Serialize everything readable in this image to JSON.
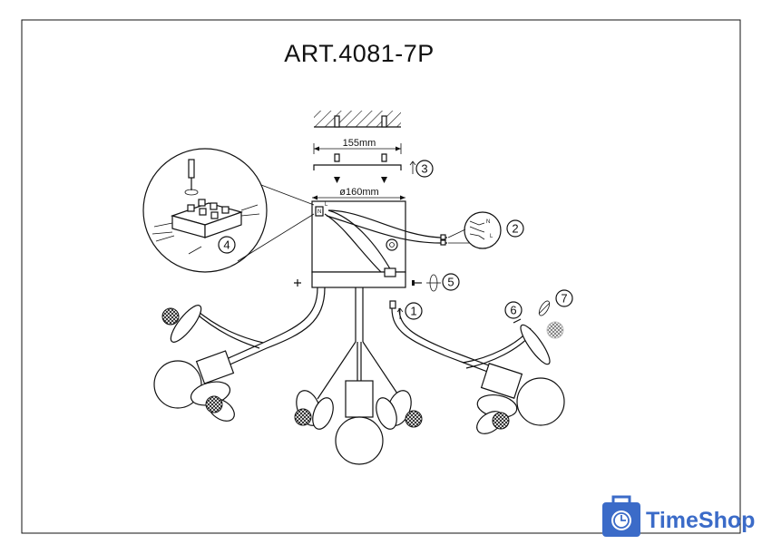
{
  "drawing": {
    "title": "ART.4081-7P",
    "dim_width": "155mm",
    "dim_diameter": "ø160mm",
    "wire_n": "N",
    "wire_l": "L",
    "wire_n_right": "N",
    "wire_l_right": "L"
  },
  "steps": {
    "s1": "1",
    "s2": "2",
    "s3": "3",
    "s4": "4",
    "s5": "5",
    "s6": "6",
    "s7": "7"
  },
  "watermark": {
    "brand": "TimeShop",
    "accent_color": "#3b6bc8"
  }
}
